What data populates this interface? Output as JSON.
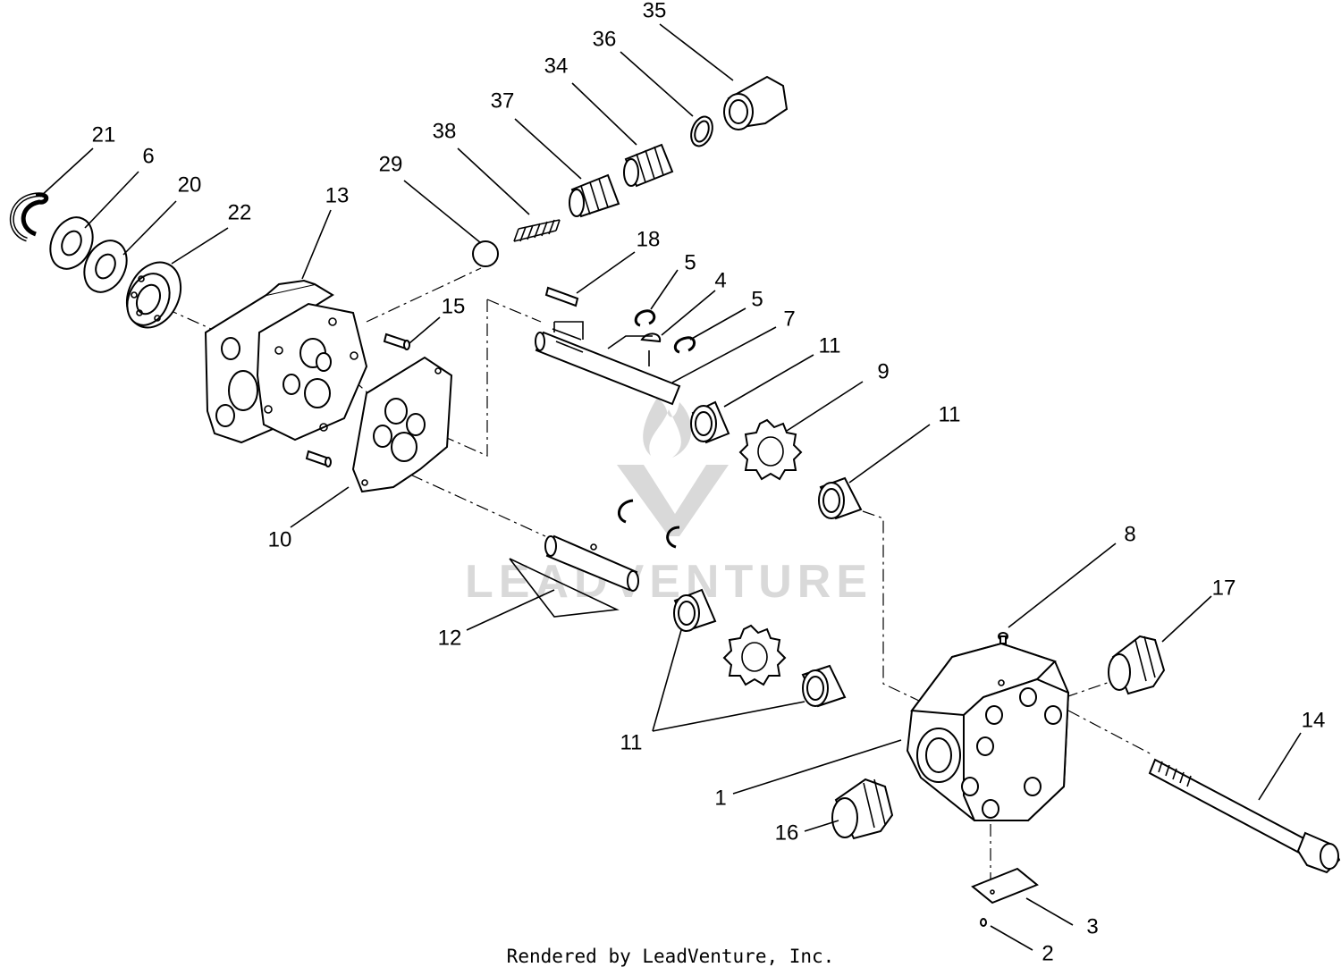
{
  "watermark": {
    "text": "LEADVENTURE"
  },
  "credit": "Rendered by LeadVenture, Inc.",
  "callouts": [
    {
      "id": "c35",
      "number": "35"
    },
    {
      "id": "c36",
      "number": "36"
    },
    {
      "id": "c34",
      "number": "34"
    },
    {
      "id": "c37",
      "number": "37"
    },
    {
      "id": "c38",
      "number": "38"
    },
    {
      "id": "c29",
      "number": "29"
    },
    {
      "id": "c21",
      "number": "21"
    },
    {
      "id": "c6",
      "number": "6"
    },
    {
      "id": "c20",
      "number": "20"
    },
    {
      "id": "c22",
      "number": "22"
    },
    {
      "id": "c13",
      "number": "13"
    },
    {
      "id": "c15",
      "number": "15"
    },
    {
      "id": "c18",
      "number": "18"
    },
    {
      "id": "c5a",
      "number": "5"
    },
    {
      "id": "c4",
      "number": "4"
    },
    {
      "id": "c5b",
      "number": "5"
    },
    {
      "id": "c7",
      "number": "7"
    },
    {
      "id": "c11a",
      "number": "11"
    },
    {
      "id": "c9",
      "number": "9"
    },
    {
      "id": "c11b",
      "number": "11"
    },
    {
      "id": "c10",
      "number": "10"
    },
    {
      "id": "c12",
      "number": "12"
    },
    {
      "id": "c8",
      "number": "8"
    },
    {
      "id": "c17",
      "number": "17"
    },
    {
      "id": "c14",
      "number": "14"
    },
    {
      "id": "c11c",
      "number": "11"
    },
    {
      "id": "c1",
      "number": "1"
    },
    {
      "id": "c16",
      "number": "16"
    },
    {
      "id": "c3",
      "number": "3"
    },
    {
      "id": "c2",
      "number": "2"
    }
  ]
}
